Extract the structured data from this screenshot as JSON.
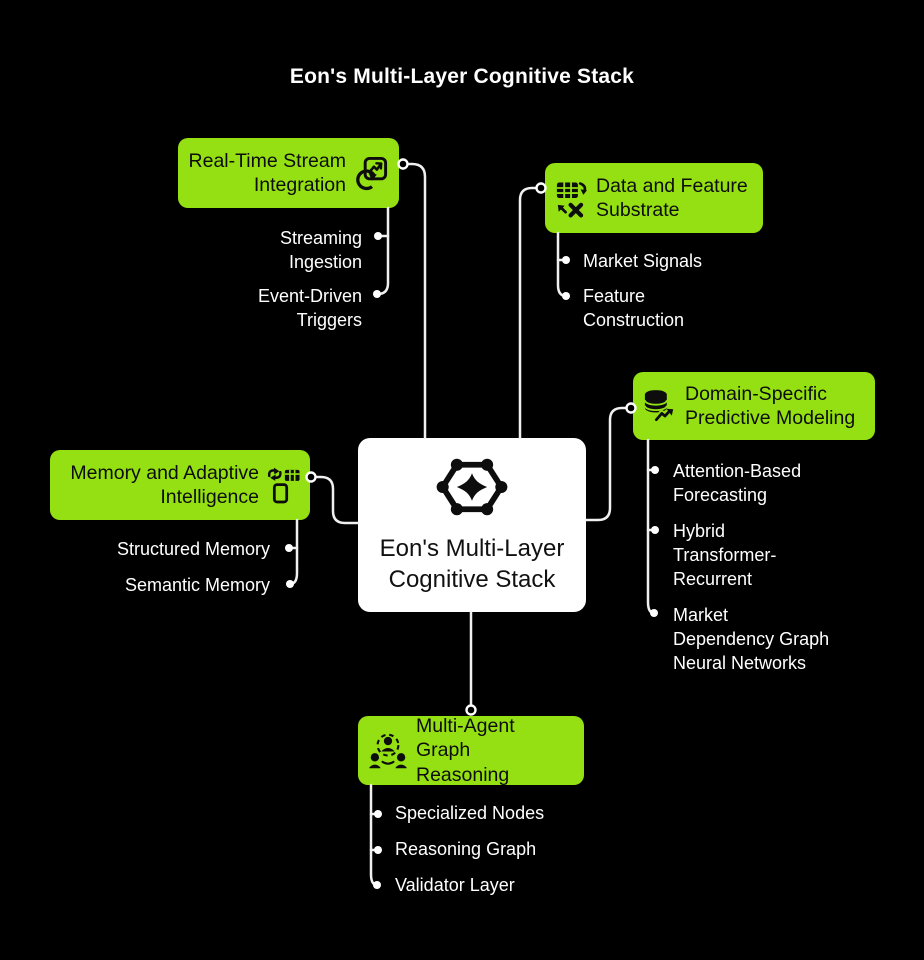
{
  "title": "Eon's Multi-Layer Cognitive Stack",
  "center_node": {
    "label": "Eon's Multi-Layer\nCognitive Stack",
    "icon": "hexagon-network-icon"
  },
  "branches": [
    {
      "label": "Real-Time Stream\nIntegration",
      "icon": "stream-sync-icon",
      "position": "top-left",
      "children": [
        "Streaming\nIngestion",
        "Event-Driven\nTriggers"
      ]
    },
    {
      "label": "Data and Feature\nSubstrate",
      "icon": "table-transform-icon",
      "position": "top-right",
      "children": [
        "Market Signals",
        "Feature\nConstruction"
      ]
    },
    {
      "label": "Domain-Specific\nPredictive Modeling",
      "icon": "database-chart-icon",
      "position": "right",
      "children": [
        "Attention-Based\nForecasting",
        "Hybrid\nTransformer-\nRecurrent",
        "Market\nDependency Graph\nNeural Networks"
      ]
    },
    {
      "label": "Memory and Adaptive\nIntelligence",
      "icon": "device-sync-icon",
      "position": "left",
      "children": [
        "Structured Memory",
        "Semantic Memory"
      ]
    },
    {
      "label": "Multi-Agent Graph\nReasoning",
      "icon": "multi-agent-icon",
      "position": "bottom",
      "children": [
        "Specialized Nodes",
        "Reasoning Graph",
        "Validator Layer"
      ]
    }
  ],
  "colors": {
    "background": "#000000",
    "branch_fill": "#94e013",
    "branch_text": "#0d0d0d",
    "center_fill": "#ffffff",
    "center_text": "#111111",
    "connector": "#f0f0f0",
    "child_text": "#ffffff"
  }
}
